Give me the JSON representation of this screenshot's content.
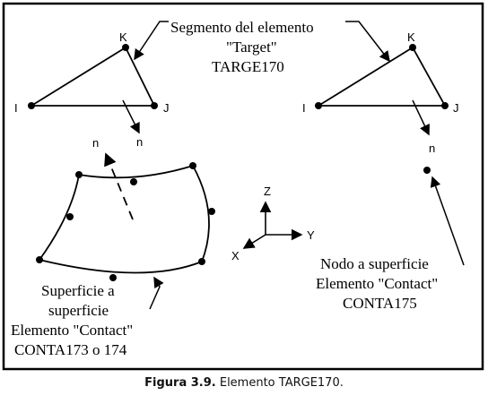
{
  "labels": {
    "target_title_line1": "Segmento del elemento",
    "target_title_line2": "\"Target\"",
    "target_title_line3": "TARGE170",
    "node_k": "K",
    "node_i": "I",
    "node_j": "J",
    "normal_n": "n",
    "axis_z": "Z",
    "axis_y": "Y",
    "axis_x": "X",
    "surface_line1": "Superficie a",
    "surface_line2": "superficie",
    "surface_line3": "Elemento \"Contact\"",
    "surface_line4": "CONTA173 o 174",
    "node_line1": "Nodo a superficie",
    "node_line2": "Elemento \"Contact\"",
    "node_line3": "CONTA175"
  },
  "caption": {
    "prefix": "Figura 3.9.",
    "text": " Elemento TARGE170."
  }
}
